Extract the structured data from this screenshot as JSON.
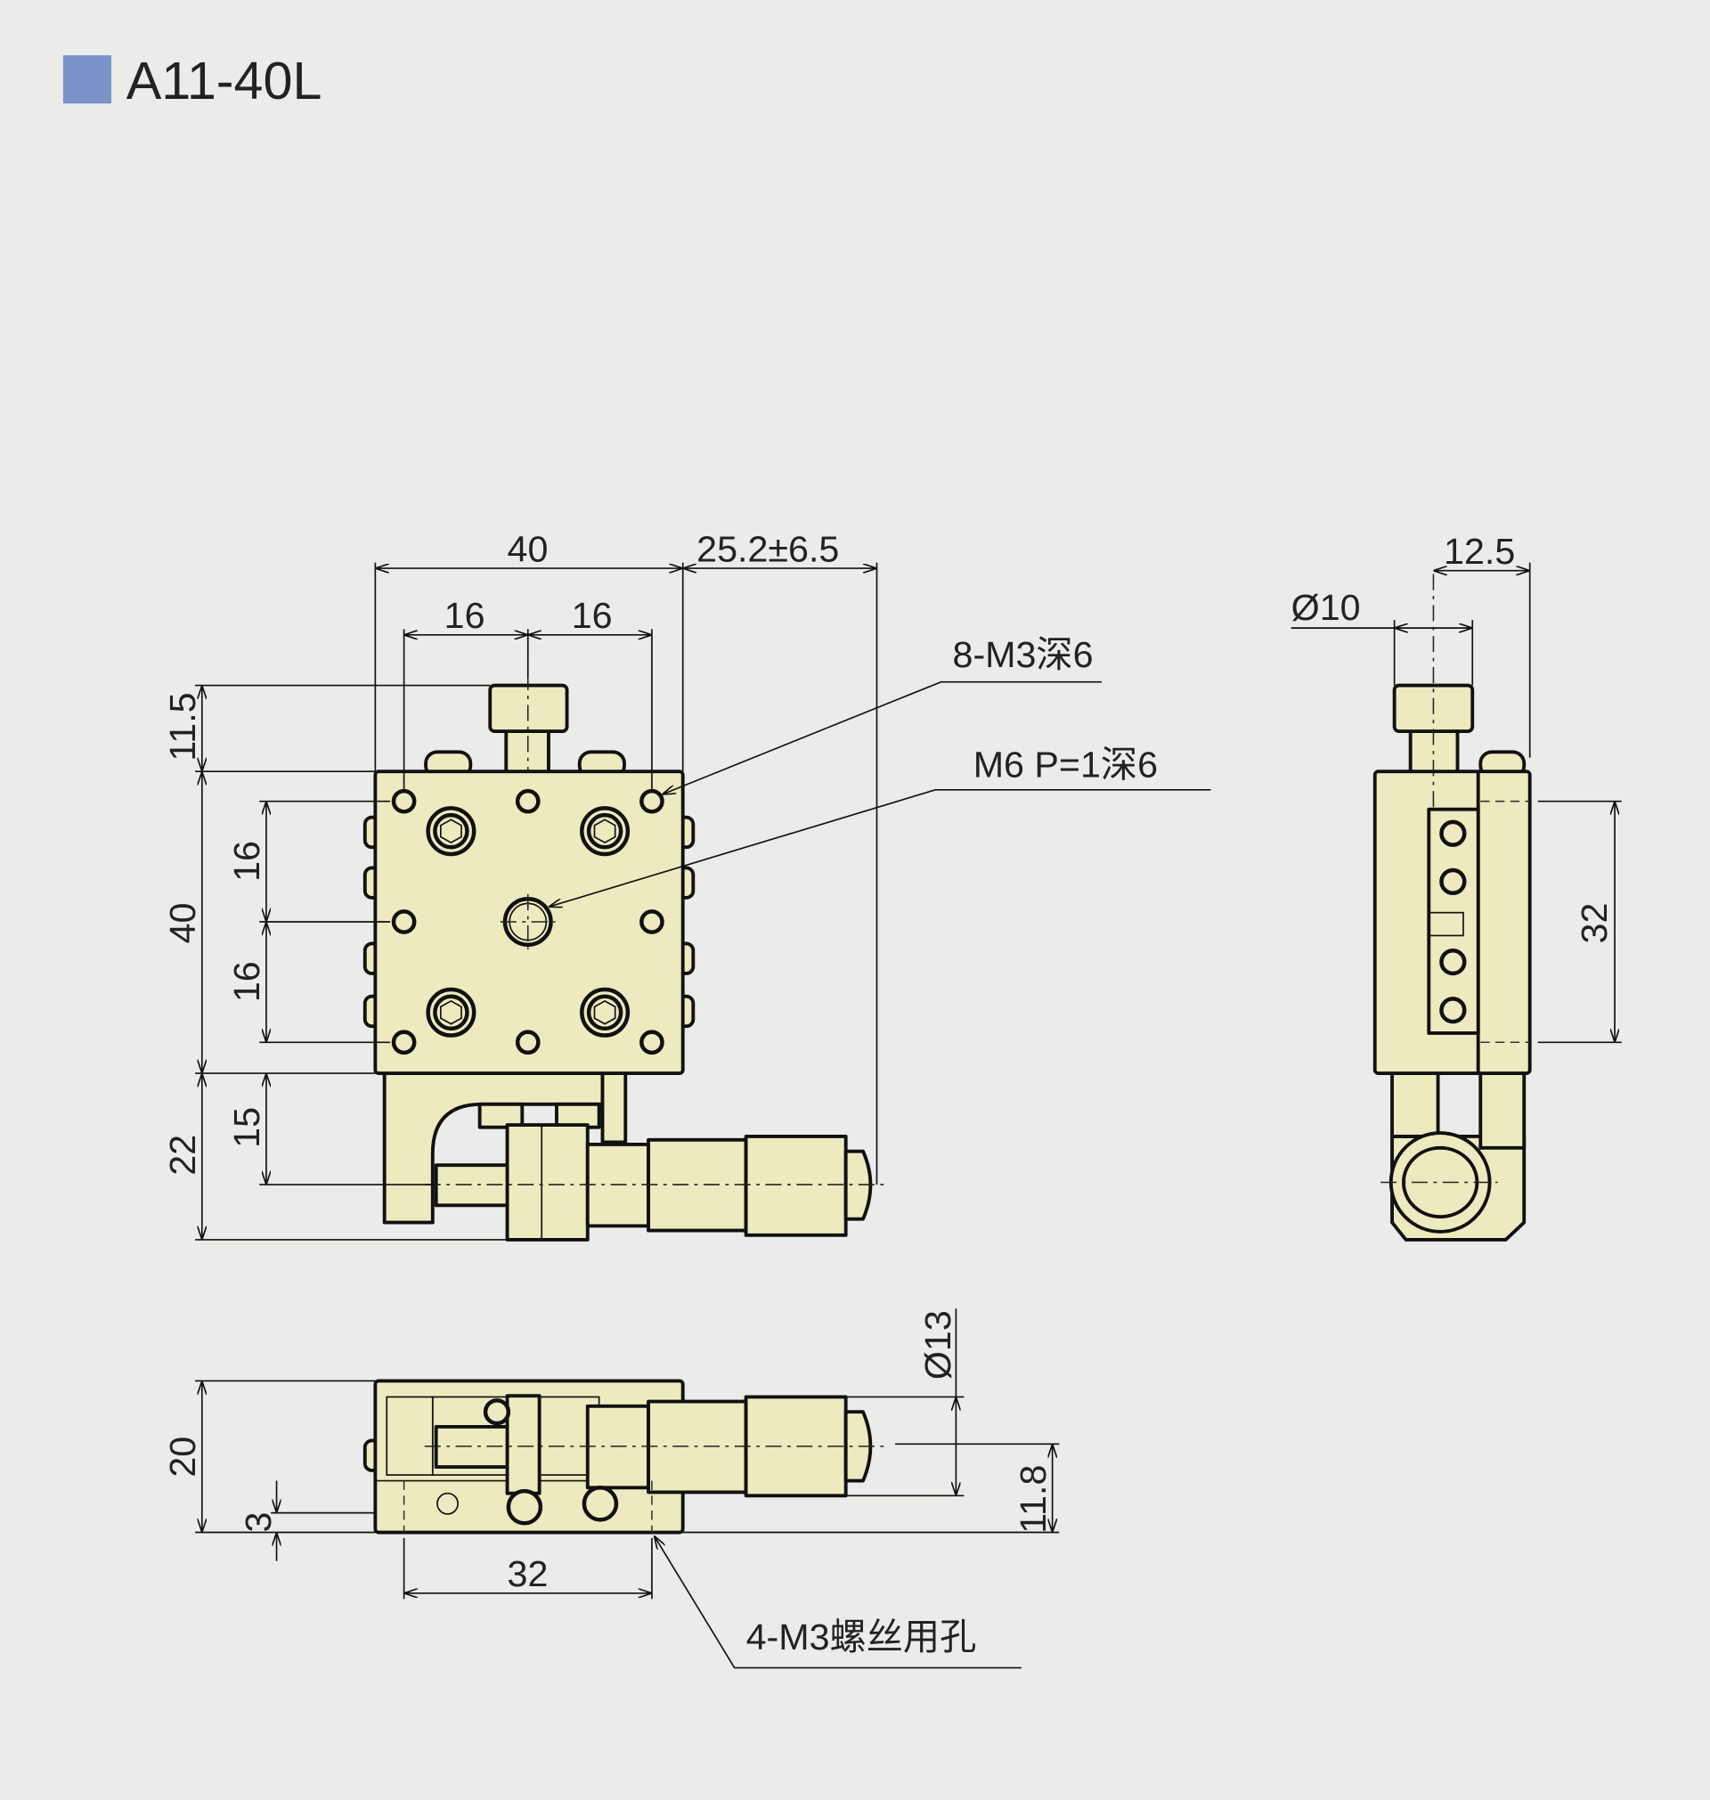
{
  "header": {
    "model": "A11-40L",
    "marker_color": "#7b93c8"
  },
  "colors": {
    "background": "#ebebe9",
    "part_fill": "#eeeabf",
    "line": "#111111"
  },
  "front_view": {
    "dims": {
      "width": "40",
      "travel": "25.2±6.5",
      "pitch_left": "16",
      "pitch_right": "16",
      "knob_height": "11.5",
      "height": "40",
      "pitch_upper": "16",
      "pitch_lower": "16",
      "micrometer_offset": "15",
      "bracket_height": "22"
    },
    "callouts": {
      "tapped_holes": "8-M3深6",
      "center_hole": "M6 P=1深6"
    }
  },
  "side_view": {
    "dims": {
      "knob_offset": "12.5",
      "knob_diameter": "Ø10",
      "hole_pitch": "32"
    }
  },
  "bottom_view": {
    "dims": {
      "thickness": "20",
      "step": "3",
      "micrometer_diameter": "Ø13",
      "axis_height": "11.8",
      "hole_pitch": "32"
    },
    "callouts": {
      "mount_holes": "4-M3螺丝用孔"
    }
  }
}
